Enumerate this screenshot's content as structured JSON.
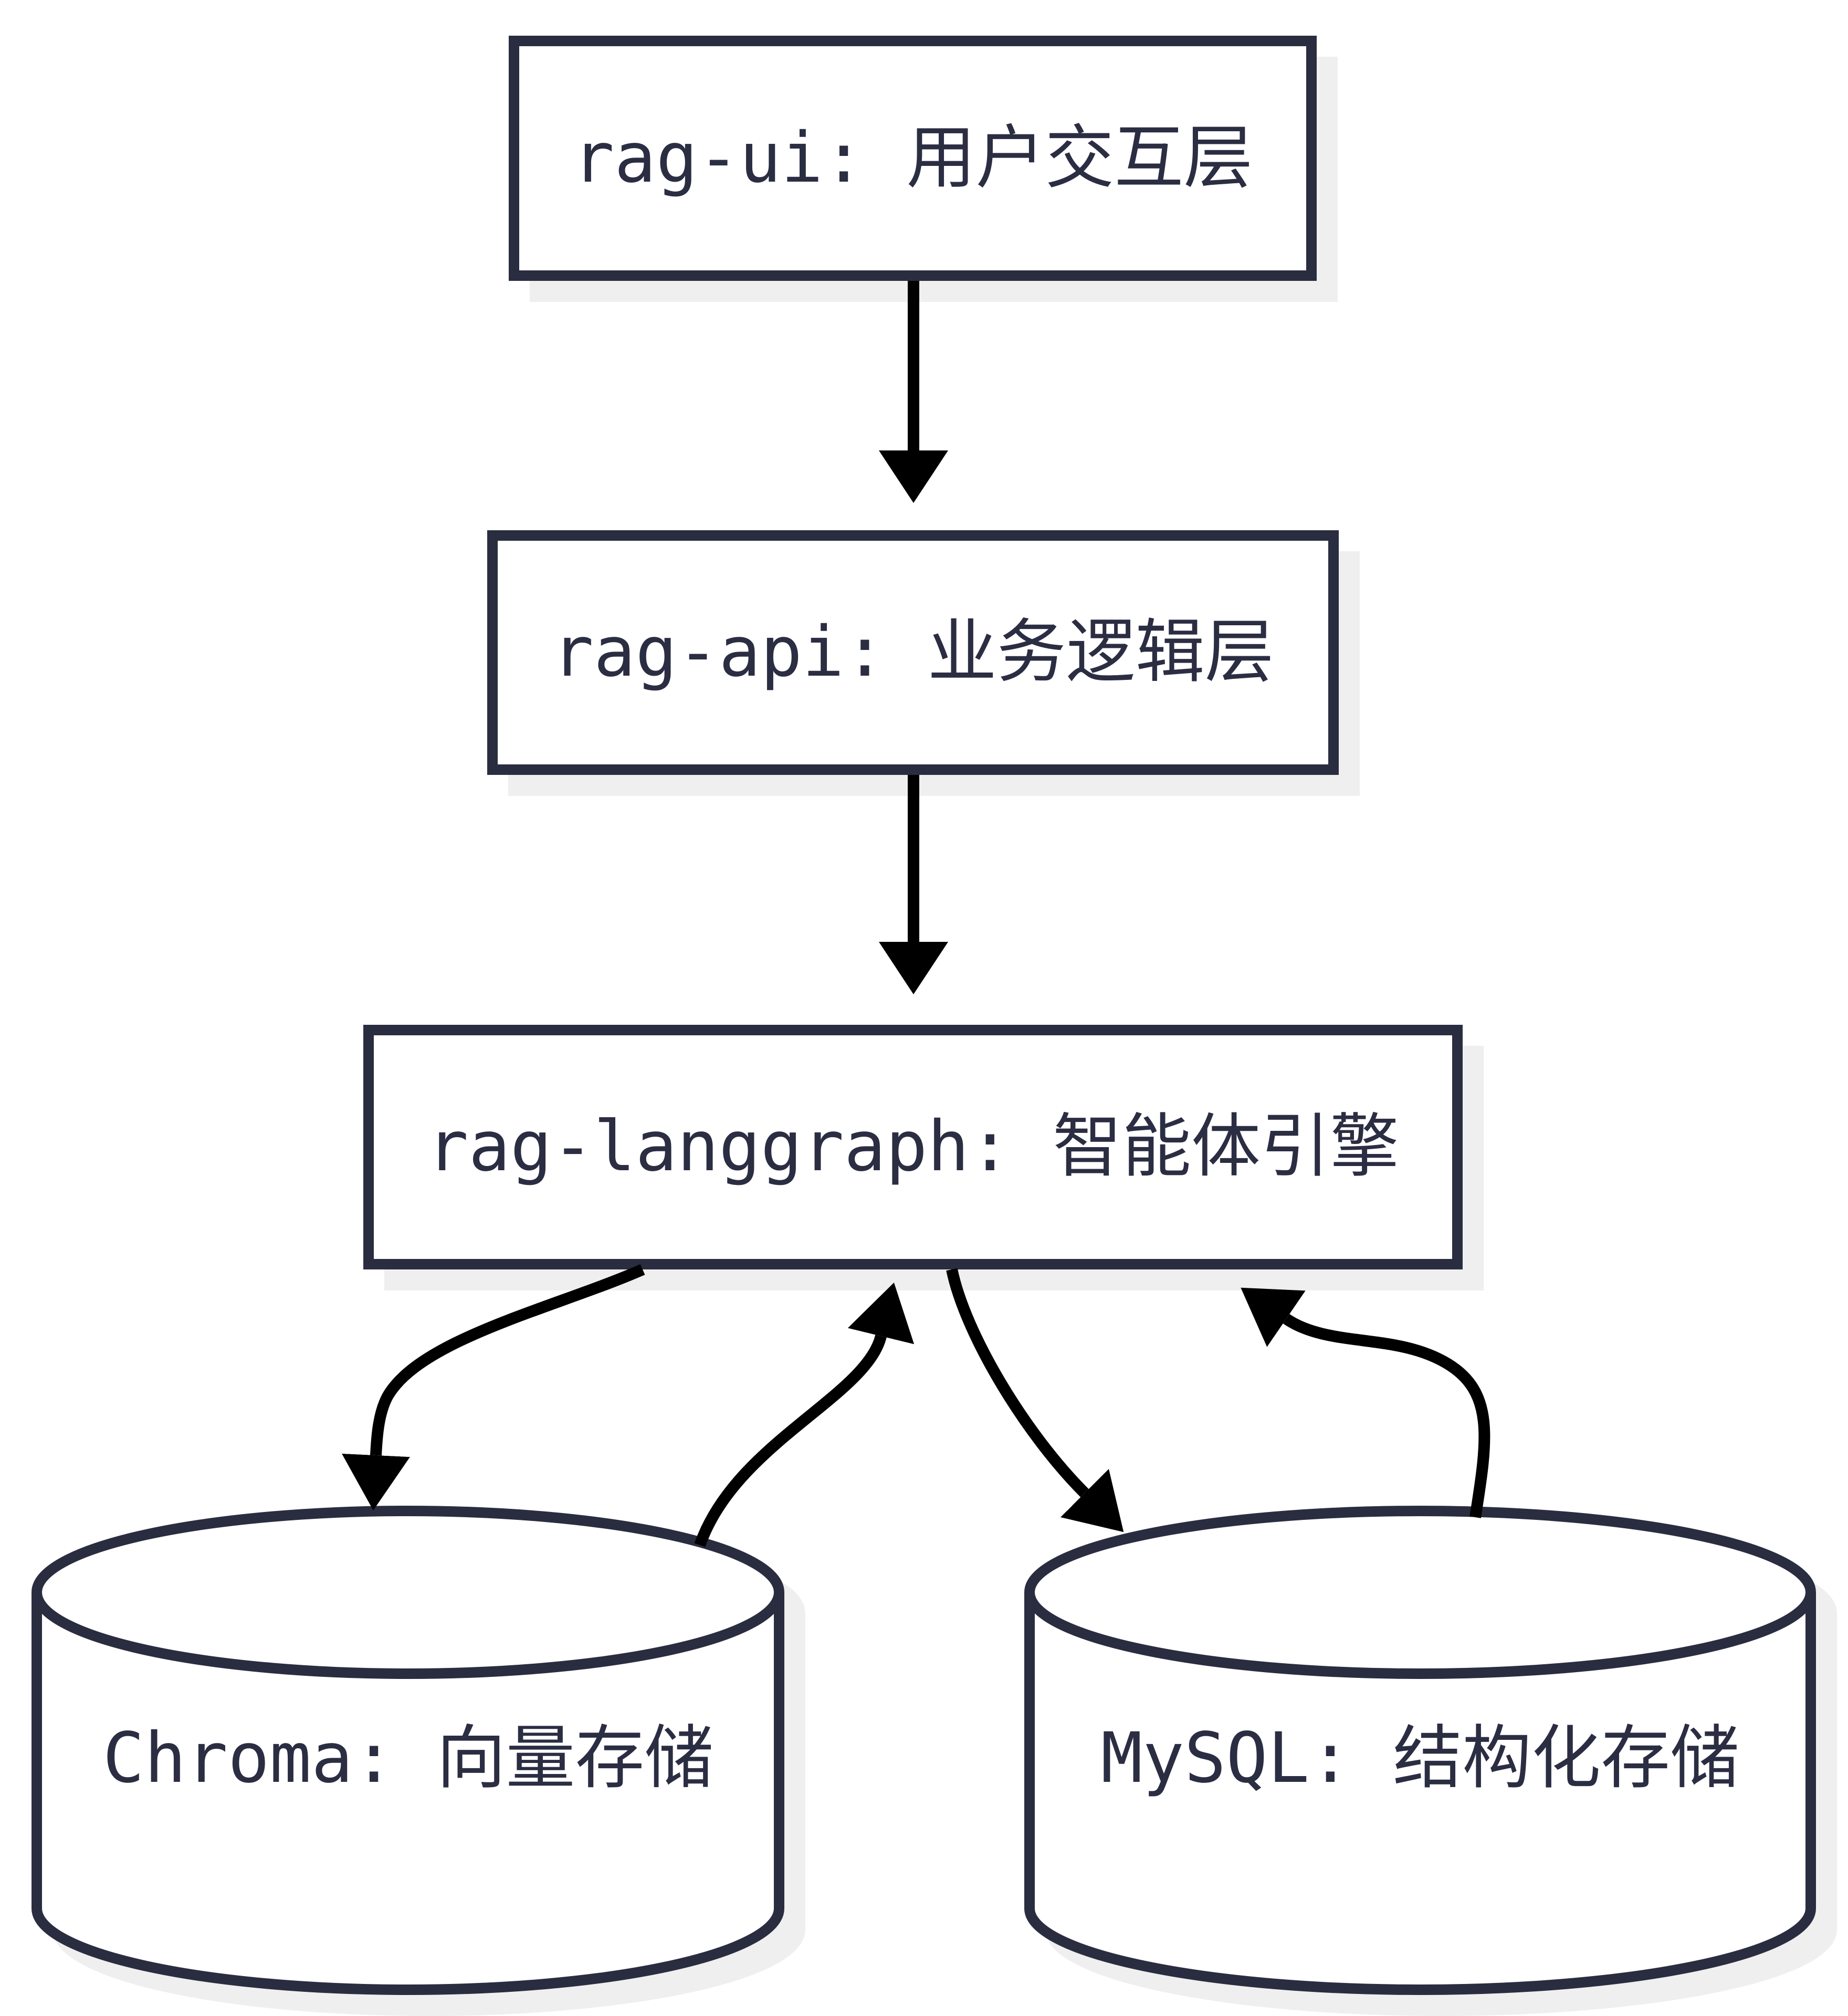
{
  "diagram": {
    "type": "flowchart",
    "direction": "top-down",
    "nodes": {
      "rag_ui": {
        "label": "rag-ui: 用户交互层",
        "shape": "rectangle"
      },
      "rag_api": {
        "label": "rag-api: 业务逻辑层",
        "shape": "rectangle"
      },
      "rag_langgraph": {
        "label": "rag-langgraph: 智能体引擎",
        "shape": "rectangle"
      },
      "chroma": {
        "label": "Chroma: 向量存储",
        "shape": "database-cylinder"
      },
      "mysql": {
        "label": "MySQL: 结构化存储",
        "shape": "database-cylinder"
      }
    },
    "edges": [
      {
        "from": "rag_ui",
        "to": "rag_api",
        "style": "straight-arrow",
        "direction": "down"
      },
      {
        "from": "rag_api",
        "to": "rag_langgraph",
        "style": "straight-arrow",
        "direction": "down"
      },
      {
        "from": "rag_langgraph",
        "to": "chroma",
        "style": "curved-arrow",
        "direction": "down"
      },
      {
        "from": "chroma",
        "to": "rag_langgraph",
        "style": "curved-arrow",
        "direction": "up"
      },
      {
        "from": "rag_langgraph",
        "to": "mysql",
        "style": "curved-arrow",
        "direction": "down"
      },
      {
        "from": "mysql",
        "to": "rag_langgraph",
        "style": "curved-arrow",
        "direction": "up"
      }
    ],
    "colors": {
      "node_border": "#2a2c40",
      "node_fill": "#ffffff",
      "text": "#2b2d42",
      "arrow": "#000000",
      "shadow": "#efefef",
      "background": "#ffffff"
    }
  }
}
